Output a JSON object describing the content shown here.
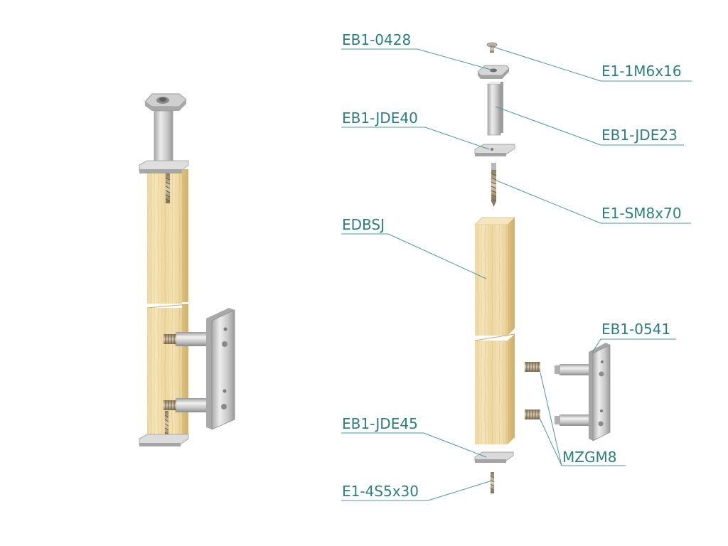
{
  "labels": {
    "eb1_0428": "EB1-0428",
    "e1_1m6x16": "E1-1M6x16",
    "eb1_jde40": "EB1-JDE40",
    "eb1_jde23": "EB1-JDE23",
    "e1_sm8x70": "E1-SM8x70",
    "edbsj": "EDBSJ",
    "eb1_0541": "EB1-0541",
    "eb1_jde45": "EB1-JDE45",
    "mzgm8": "MZGM8",
    "e1_4s5x30": "E1-4S5x30"
  },
  "colors": {
    "label": "#2a7f7e",
    "leader": "#4e9897",
    "wood_light": "#f3e1b2",
    "wood_mid": "#e6cd8f",
    "wood_dark": "#d2b474",
    "steel_light": "#e4e4e4",
    "steel_mid": "#c6c6c6",
    "steel_dark": "#8e8e8e"
  }
}
